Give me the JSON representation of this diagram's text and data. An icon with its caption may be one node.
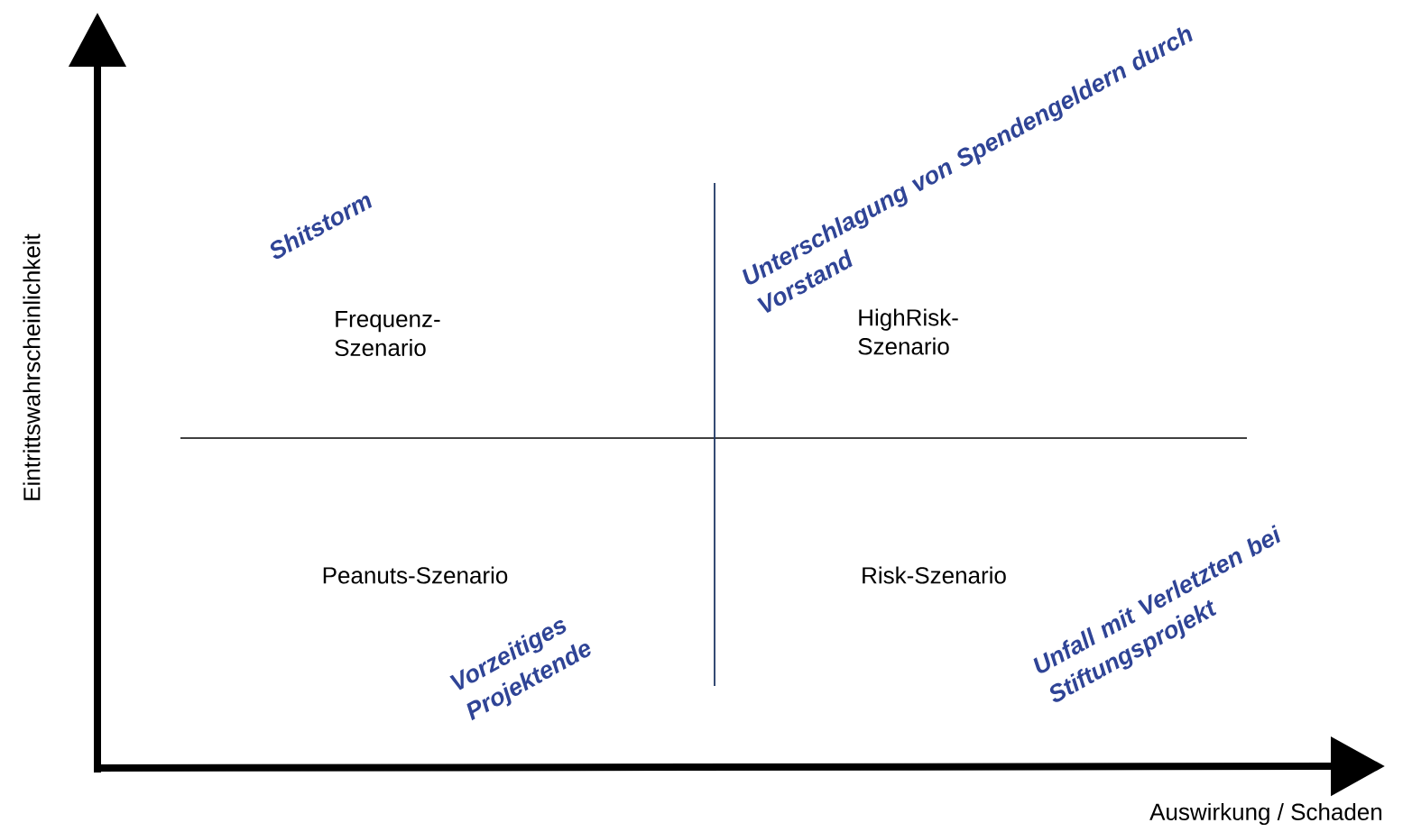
{
  "diagram": {
    "labels": [
      "Unterschlagung von Spendengeldern durch Vorstand",
      "Shitstorm",
      "Frequenz- Szenario",
      "HighRisk- Szenario",
      "Eintrittswahrscheinlichkeit",
      "Peanuts-Szenario",
      "Risk-Szenario",
      "Unfall mit Verletzten bei Stiftungsprojekt",
      "Vorzeitiges Projektende",
      "Auswirkung / Schaden"
    ]
  }
}
